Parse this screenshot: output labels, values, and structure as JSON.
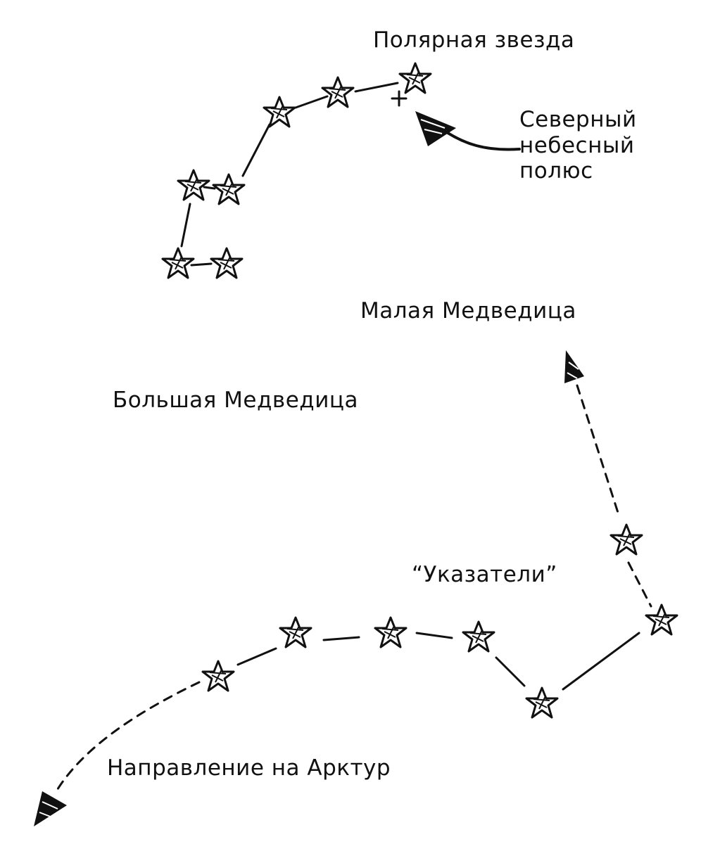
{
  "labels": {
    "polaris": "Полярная звезда",
    "north_celestial_pole": [
      "Северный",
      "небесный",
      "полюс"
    ],
    "little_dipper": "Малая Медведица",
    "big_dipper": "Большая Медведица",
    "pointers": "“Указатели”",
    "arcturus_direction": "Направление на Арктур"
  },
  "icons": {
    "star": "star-icon",
    "pole_marker": "plus-icon",
    "arrowhead": "arrowhead-icon"
  },
  "colors": {
    "ink": "#111111",
    "background": "#ffffff"
  }
}
